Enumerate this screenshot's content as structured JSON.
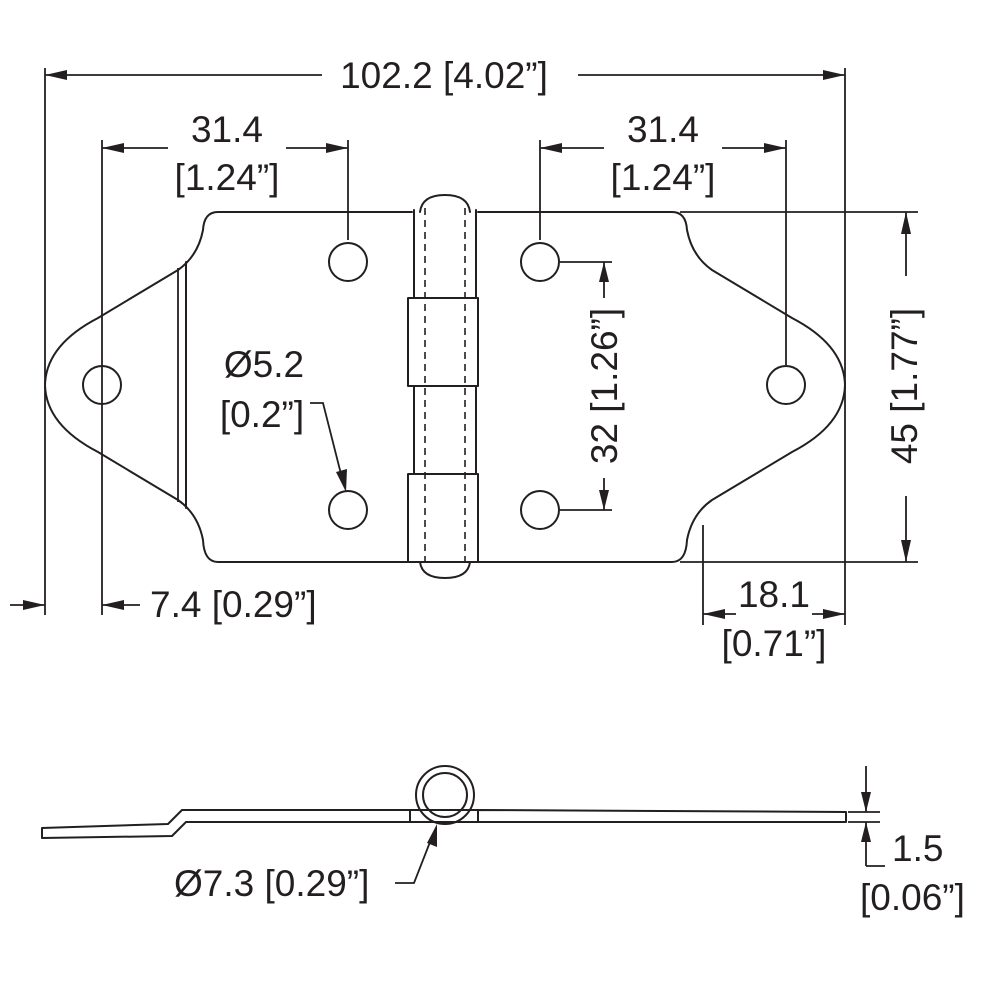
{
  "dimensions": {
    "overall_width": "102.2 [4.02”]",
    "left_hole_offset_mm": "31.4",
    "left_hole_offset_in": "[1.24”]",
    "right_hole_offset_mm": "31.4",
    "right_hole_offset_in": "[1.24”]",
    "hole_diameter_mm": "Ø5.2",
    "hole_diameter_in": "[0.2”]",
    "hole_spacing": "32 [1.26”]",
    "overall_height": "45 [1.77”]",
    "end_hole_offset": "7.4 [0.29”]",
    "lobe_length_mm": "18.1",
    "lobe_length_in": "[0.71”]",
    "knuckle_diameter": "Ø7.3 [0.29”]",
    "thickness_mm": "1.5",
    "thickness_in": "[0.06”]"
  }
}
